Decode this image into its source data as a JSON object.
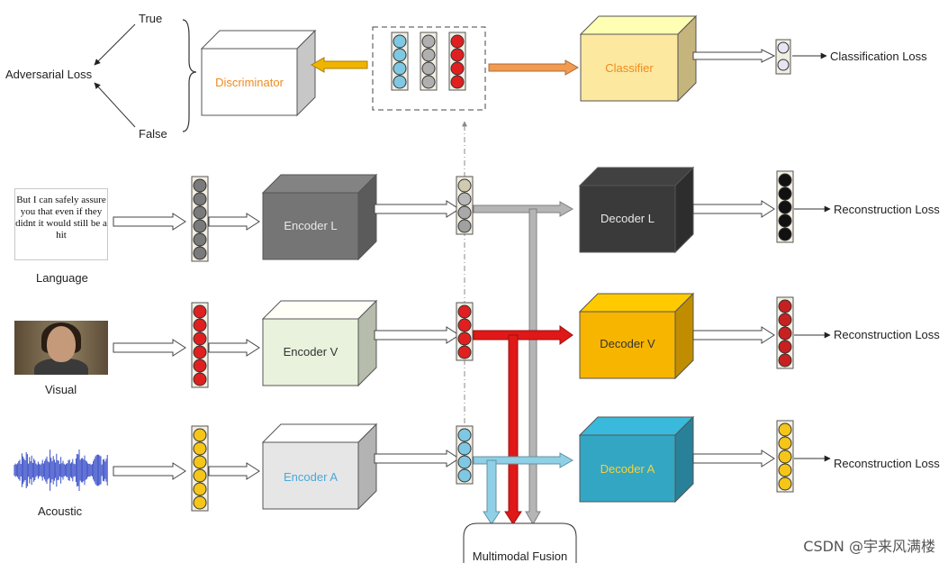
{
  "adversarial": {
    "loss_label": "Adversarial Loss",
    "true_label": "True",
    "false_label": "False",
    "discriminator_label": "Discriminator"
  },
  "classifier": {
    "label": "Classifier",
    "loss_label": "Classification Loss"
  },
  "inputs": {
    "language_text": "But I can safely assure you that even if they didnt it would still be a hit",
    "language_caption": "Language",
    "visual_caption": "Visual",
    "acoustic_caption": "Acoustic"
  },
  "encoders": {
    "l": "Encoder L",
    "v": "Encoder V",
    "a": "Encoder A"
  },
  "decoders": {
    "l": "Decoder L",
    "v": "Decoder V",
    "a": "Decoder A"
  },
  "losses": {
    "recon_l": "Reconstruction Loss",
    "recon_v": "Reconstruction Loss",
    "recon_a": "Reconstruction Loss"
  },
  "fusion_label": "Multimodal Fusion",
  "watermark": "CSDN @宇来风满楼",
  "colors": {
    "gray_node": "#808080",
    "red_node": "#e02020",
    "yellow_node": "#f5c518",
    "blue_node": "#7ec8e3",
    "black_node": "#111111",
    "encoder_l": "#757575",
    "encoder_v": "#e9f2dd",
    "encoder_a": "#e6e6e6",
    "decoder_l": "#3a3a3a",
    "decoder_v": "#f7b500",
    "decoder_a": "#33a6c4",
    "classifier": "#fde8a0",
    "orange_text": "#f08a1e",
    "blue_text": "#4aa8d8"
  }
}
